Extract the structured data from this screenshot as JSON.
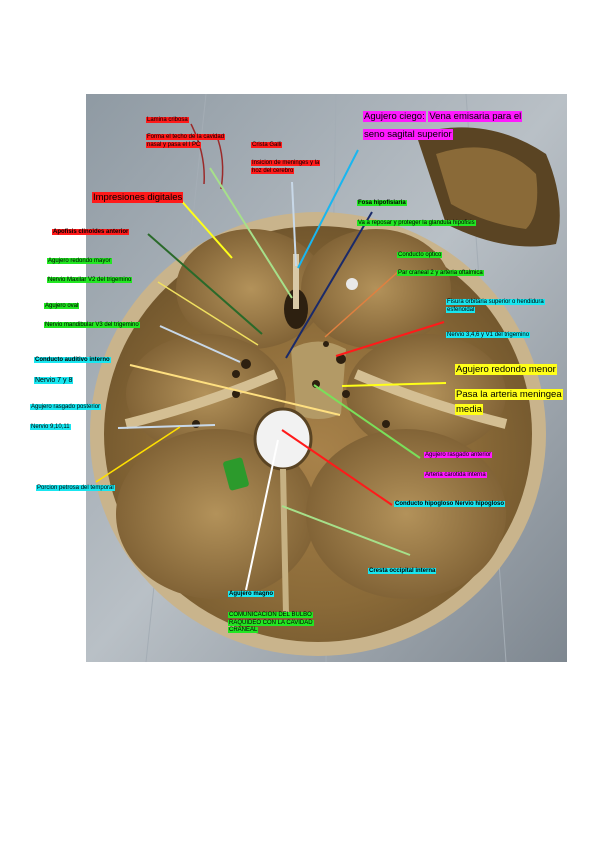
{
  "labels": {
    "lamina_cribosa": "Lamina cribosa",
    "lamina_desc": "Forma el techo de la cavidad nasal y pasa el I PC",
    "crista_galli": "Crista Galli",
    "crista_desc": "Insicion de meninges y la hoz del cerebro",
    "agujero_ciego_title": "Agujero ciego:",
    "agujero_ciego_desc": "Vena emisaria para el seno sagital superior",
    "impresiones": "Impresiones digitales",
    "apofisis": "Apofisis clinoides anterior",
    "fosa_title": "Fosa hipofisiaria",
    "fosa_desc": "Va a reposar y proteger la glandula hipofisis",
    "redondo_mayor": "Agujero redondo mayor",
    "redondo_mayor_desc": "Nervio Maxilar V2 del trigemino",
    "conducto_optico": "Conducto optico",
    "conducto_optico_desc": "Par craneal 2 y arteria oftalmica",
    "oval": "Agujero oval",
    "oval_desc": "Nervio mandibular V3 del trigemino",
    "fisura": "Fisura orbitaria superior o hendidura esfenoidal",
    "fisura_desc": "Nervio 3,4,6 y V1 del trigemino",
    "auditivo": "Conducto auditivo interno",
    "auditivo_desc": "Nervio 7 y 8",
    "redondo_menor": "Agujero redondo menor",
    "redondo_menor_desc": "Pasa la arteria meningea media",
    "rasgado_post": "Agujero rasgado posterior",
    "rasgado_post_desc": "Nervio 9,10,11",
    "rasgado_ant": "Agujero rasgado anterior",
    "rasgado_ant_desc": "Arteria carotida interna",
    "petrosa": "Porcion petrosa del temporal",
    "hipogloso": "Conducto hipogloso Nervio hipogloso",
    "cresta": "Cresta occipital interna",
    "magno": "Agujero magno",
    "magno_desc": "COMUNICACION DEL BULBO RAQUIDEO CON LA CAVIDAD CRANEAL"
  },
  "colors": {
    "red": "#ff1a1a",
    "green": "#22e622",
    "cyan": "#19e6f0",
    "magenta": "#ff19ff",
    "yellow": "#ffff19"
  }
}
